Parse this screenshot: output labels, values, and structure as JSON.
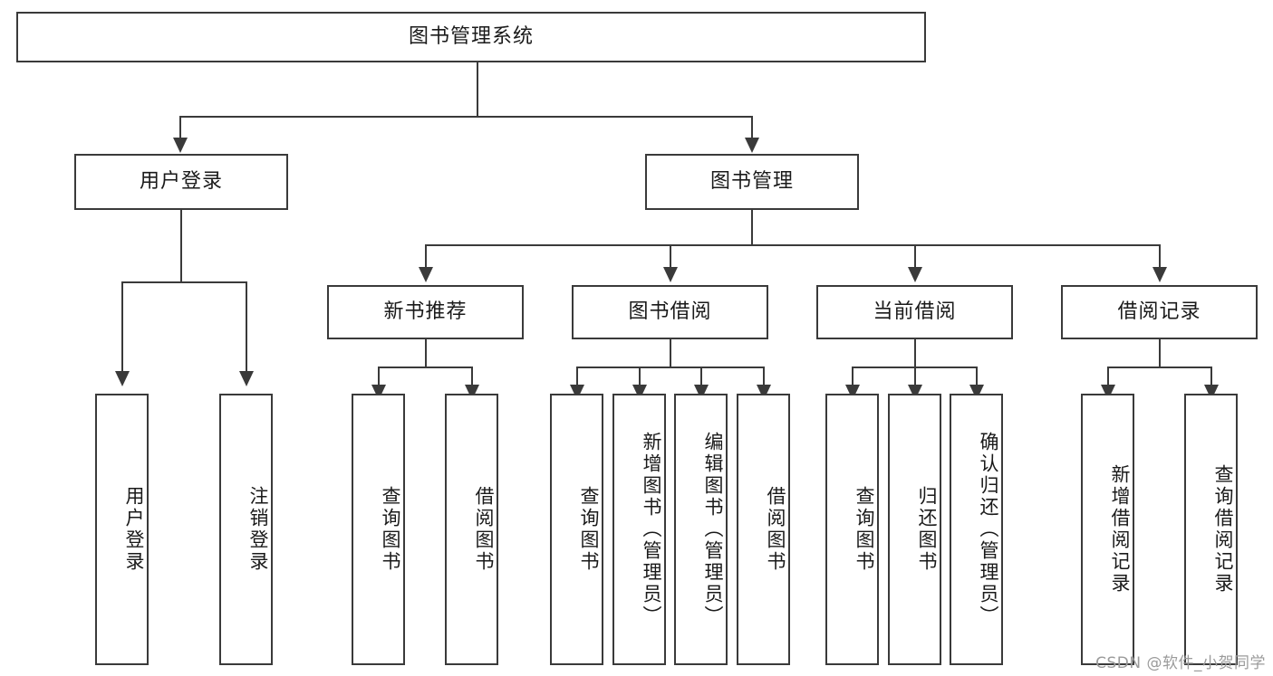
{
  "diagram": {
    "title": "图书管理系统",
    "type": "tree-hierarchy-chart",
    "watermark": "CSDN @软件_小贺同学",
    "colors": {
      "stroke": "#3a3a3a",
      "fill": "#ffffff",
      "text": "#1a1a1a",
      "watermark": "#9b9b9b"
    },
    "root": {
      "label": "图书管理系统"
    },
    "level2": [
      {
        "label": "用户登录"
      },
      {
        "label": "图书管理"
      }
    ],
    "level3": [
      {
        "label": "新书推荐"
      },
      {
        "label": "图书借阅"
      },
      {
        "label": "当前借阅"
      },
      {
        "label": "借阅记录"
      }
    ],
    "leaves": {
      "user_login": [
        {
          "label": "用户登录"
        },
        {
          "label": "注销登录"
        }
      ],
      "new_book_recommend": [
        {
          "label": "查询图书"
        },
        {
          "label": "借阅图书"
        }
      ],
      "book_borrow": [
        {
          "label": "查询图书"
        },
        {
          "label": "新增图书（管理员）"
        },
        {
          "label": "编辑图书（管理员）"
        },
        {
          "label": "借阅图书"
        }
      ],
      "current_borrow": [
        {
          "label": "查询图书"
        },
        {
          "label": "归还图书"
        },
        {
          "label": "确认归还（管理员）"
        }
      ],
      "borrow_record": [
        {
          "label": "新增借阅记录"
        },
        {
          "label": "查询借阅记录"
        }
      ]
    }
  }
}
